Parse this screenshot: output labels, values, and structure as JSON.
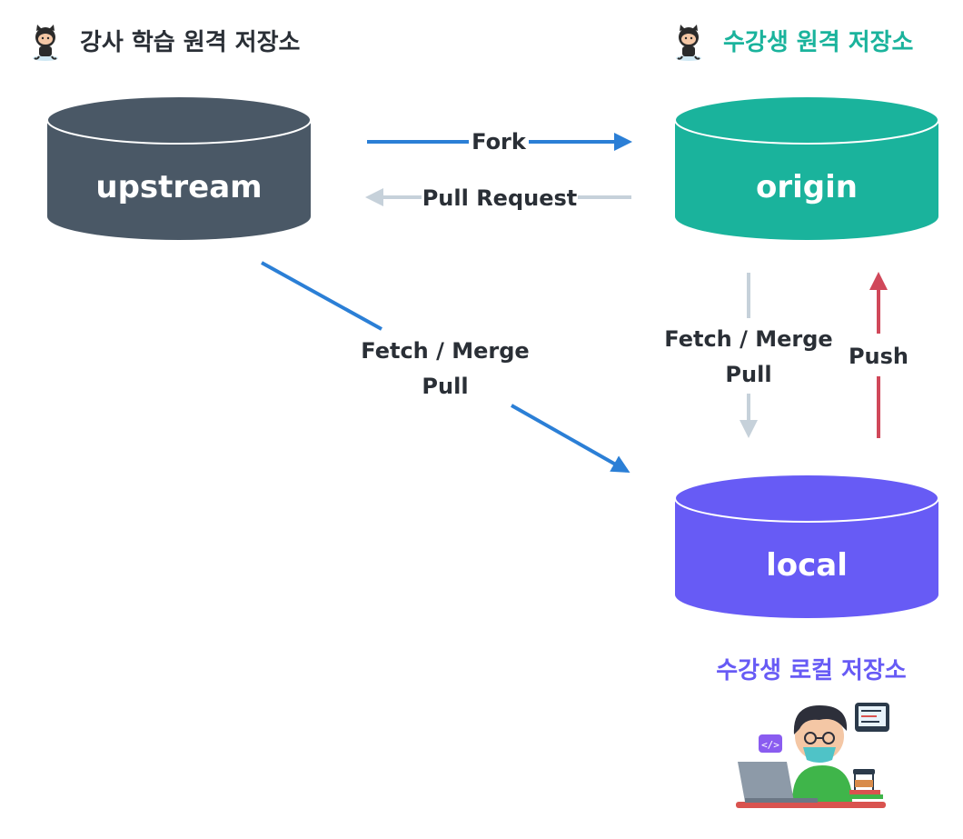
{
  "titles": {
    "instructor_remote": "강사 학습 원격 저장소",
    "student_remote": "수강생 원격 저장소",
    "student_local": "수강생 로컬 저장소"
  },
  "repos": {
    "upstream": "upstream",
    "origin": "origin",
    "local": "local"
  },
  "arrows": {
    "fork": "Fork",
    "pull_request": "Pull Request",
    "upstream_to_local_line1": "Fetch / Merge",
    "upstream_to_local_line2": "Pull",
    "origin_to_local_line1": "Fetch / Merge",
    "origin_to_local_line2": "Pull",
    "push": "Push"
  },
  "colors": {
    "upstream": "#4a5866",
    "origin": "#1ab39c",
    "local": "#675bf5",
    "arrow_blue": "#2b7fd6",
    "arrow_gray": "#c6d1da",
    "arrow_red": "#d0485a",
    "text_dark": "#2a2f36",
    "title_teal": "#1ab39c",
    "title_purple": "#675bf5"
  },
  "icons": {
    "instructor": "octocat-icon",
    "student": "octocat-icon",
    "developer": "developer-illustration"
  }
}
